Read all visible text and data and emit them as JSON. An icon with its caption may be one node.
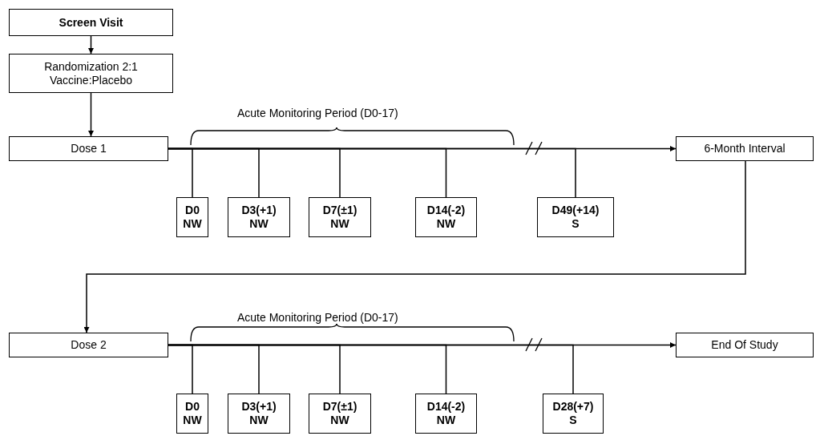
{
  "diagram": {
    "nodes": [
      {
        "text": [
          "Screen Visit"
        ]
      },
      {
        "text": [
          "Randomization 2:1 Vaccine:Placebo"
        ]
      },
      {
        "text": [
          "Dose 1"
        ]
      },
      {
        "text": [
          "6-Month Interval"
        ]
      },
      {
        "text": [
          "D0",
          "NW"
        ]
      },
      {
        "text": [
          "D3(+1)",
          "NW"
        ]
      },
      {
        "text": [
          "D7(±1)",
          "NW"
        ]
      },
      {
        "text": [
          "D14(-2)",
          "NW"
        ]
      },
      {
        "text": [
          "D49(+14)",
          "S"
        ]
      },
      {
        "text": [
          "Dose 2"
        ]
      },
      {
        "text": [
          "End Of Study"
        ]
      },
      {
        "text": [
          "D0",
          "NW"
        ]
      },
      {
        "text": [
          "D3(+1)",
          "NW"
        ]
      },
      {
        "text": [
          "D7(±1)",
          "NW"
        ]
      },
      {
        "text": [
          "D14(-2)",
          "NW"
        ]
      },
      {
        "text": [
          "D28(+7)",
          "S"
        ]
      }
    ],
    "edges": [
      {
        "from": 0,
        "to": 1,
        "arrow": "to"
      },
      {
        "from": 1,
        "to": 2,
        "arrow": "to"
      },
      {
        "from": 2,
        "to": 3,
        "arrow": "to"
      },
      {
        "from": 2,
        "to": 4,
        "arrow": "none"
      },
      {
        "from": 2,
        "to": 5,
        "arrow": "none"
      },
      {
        "from": 2,
        "to": 6,
        "arrow": "none"
      },
      {
        "from": 2,
        "to": 7,
        "arrow": "none"
      },
      {
        "from": 2,
        "to": 8,
        "arrow": "none"
      },
      {
        "from": 3,
        "to": 9,
        "arrow": "to"
      },
      {
        "from": 9,
        "to": 10,
        "arrow": "to"
      },
      {
        "from": 9,
        "to": 11,
        "arrow": "none"
      },
      {
        "from": 9,
        "to": 12,
        "arrow": "none"
      },
      {
        "from": 9,
        "to": 13,
        "arrow": "none"
      },
      {
        "from": 9,
        "to": 14,
        "arrow": "none"
      },
      {
        "from": 9,
        "to": 15,
        "arrow": "none"
      }
    ],
    "labels": [
      "Acute Monitoring Period (D0-17)",
      "Acute Monitoring Period (D0-17)"
    ]
  }
}
